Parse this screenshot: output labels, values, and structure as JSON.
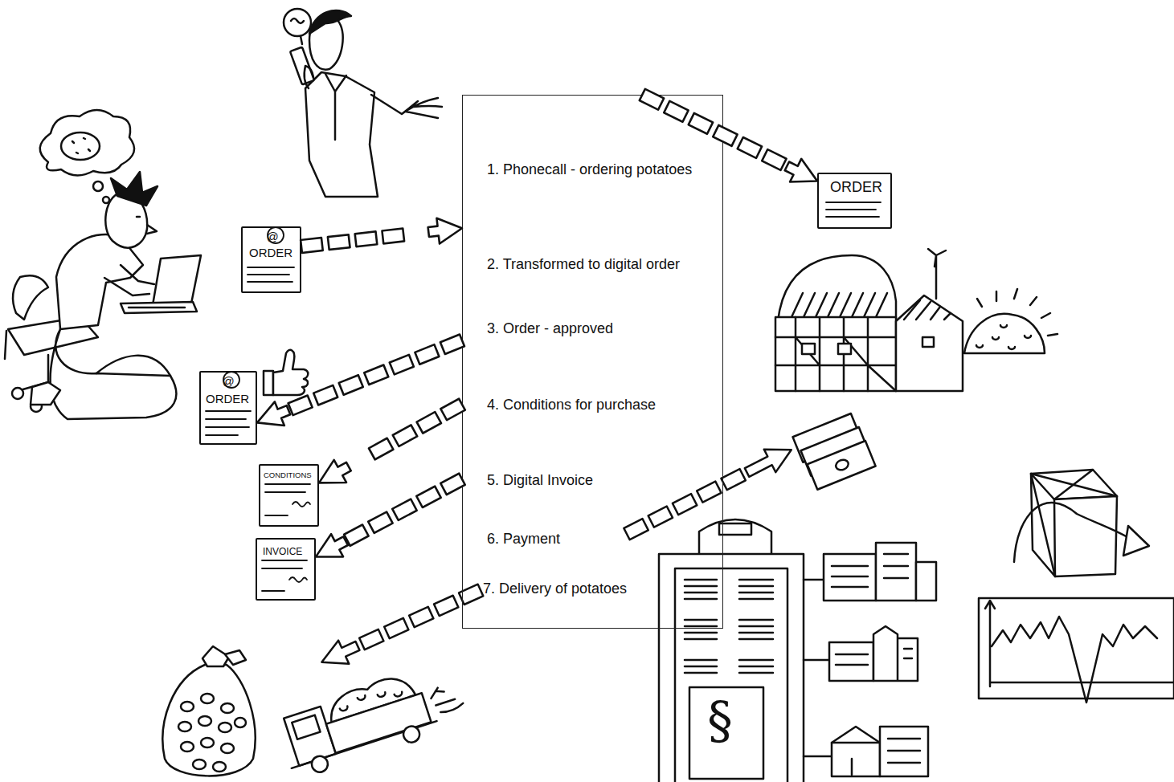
{
  "diagram": {
    "nodes": [
      {
        "text": [
          "1. Phonecall - ordering potatoes",
          "2. Transformed to digital order",
          "3. Order - approved",
          "4. Conditions for purchase",
          "5. Digital Invoice",
          "6. Payment",
          "7. Delivery of potatoes"
        ]
      },
      {
        "text": [
          "ORDER"
        ]
      },
      {
        "text": [
          "@",
          "ORDER"
        ]
      },
      {
        "text": [
          "@",
          "ORDER"
        ]
      },
      {
        "text": [
          "CONDITIONS"
        ]
      },
      {
        "text": [
          "INVOICE"
        ]
      }
    ],
    "edges": [
      {
        "from": 0,
        "to": 1,
        "arrow": "to"
      },
      {
        "from": 2,
        "to": 0,
        "arrow": "to"
      },
      {
        "from": 0,
        "to": 3,
        "arrow": "to"
      },
      {
        "from": 0,
        "to": 4,
        "arrow": "to"
      },
      {
        "from": 0,
        "to": 5,
        "arrow": "to"
      }
    ],
    "labels": [
      "§"
    ]
  }
}
